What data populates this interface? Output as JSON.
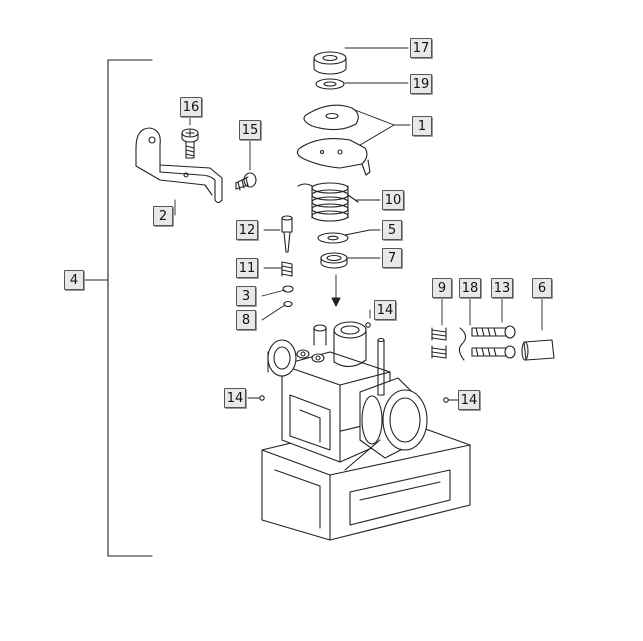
{
  "callouts": {
    "c17": "17",
    "c19": "19",
    "c1": "1",
    "c10": "10",
    "c5": "5",
    "c7": "7",
    "c16": "16",
    "c15": "15",
    "c2": "2",
    "c12": "12",
    "c11": "11",
    "c3": "3",
    "c8": "8",
    "c4": "4",
    "c14a": "14",
    "c14b": "14",
    "c14c": "14",
    "c9": "9",
    "c18": "18",
    "c13": "13",
    "c6": "6"
  },
  "colors": {
    "line": "#222222",
    "box_fill": "#e8e8e8",
    "part_fill": "#ffffff"
  }
}
